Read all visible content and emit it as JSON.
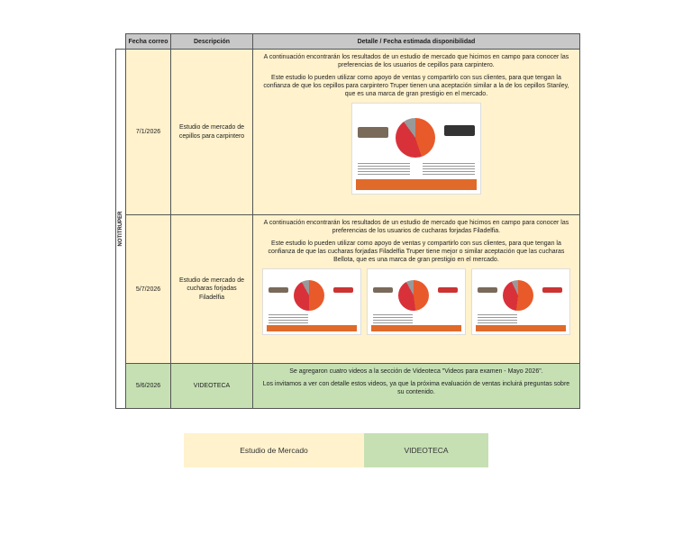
{
  "headers": {
    "fecha": "Fecha correo",
    "descripcion": "Descripción",
    "detalle": "Detalle / Fecha estimada disponibilidad"
  },
  "side_label": "NOTITRUPER",
  "rows": [
    {
      "fecha": "7/1/2026",
      "descripcion": "Estudio de mercado de cepillos para carpintero",
      "p1": "A continuación encontrarán los resultados de un estudio de mercado que hicimos en campo para conocer las preferencias de los usuarios de cepillos para carpintero.",
      "p2": "Este estudio lo pueden utilizar como apoyo de ventas y compartirlo con sus clientes, para que tengan la confianza de que los cepillos para carpintero Truper tienen una aceptación similar a la de los cepillos Stanley, que es una marca de gran prestigio en el mercado."
    },
    {
      "fecha": "5/7/2026",
      "descripcion": "Estudio de mercado de cucharas forjadas Filadelfia",
      "p1": "A continuación encontrarán los resultados de un estudio de mercado que hicimos en campo para conocer las preferencias de los usuarios de cucharas forjadas Filadelfia.",
      "p2": "Este estudio lo pueden utilizar como apoyo de ventas y compartirlo con sus clientes, para que tengan la confianza de que las cucharas forjadas Filadelfia Truper tiene mejor o similar aceptación que las cucharas Bellota, que es una marca de gran prestigio en el mercado."
    },
    {
      "fecha": "5/6/2026",
      "descripcion": "VIDEOTECA",
      "p1": "Se agregaron cuatro videos a la sección de Videoteca \"Videos para examen - Mayo 2026\".",
      "p2": "Los invitamos a ver con detalle estos videos, ya que la próxima evaluación de ventas incluirá preguntas sobre su contenido."
    }
  ],
  "legend": {
    "estudio": "Estudio de Mercado",
    "videoteca": "VIDEOTECA"
  },
  "colors": {
    "estudio": "#fff2cc",
    "videoteca": "#c6e0b4",
    "header": "#c8c8c8",
    "accent": "#e06a2a"
  }
}
